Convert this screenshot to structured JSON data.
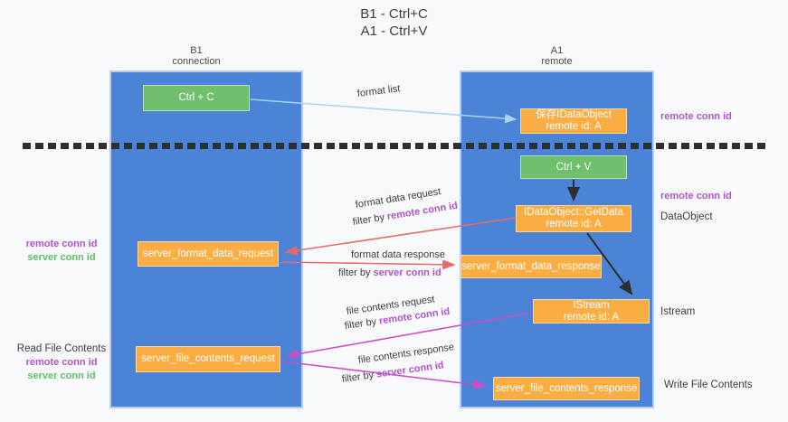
{
  "title": {
    "line1": "B1 - Ctrl+C",
    "line2": "A1 - Ctrl+V"
  },
  "lane_left": {
    "header1": "B1",
    "header2": "connection"
  },
  "lane_right": {
    "header1": "A1",
    "header2": "remote"
  },
  "boxes": {
    "ctrl_c": "Ctrl + C",
    "ctrl_v": "Ctrl + V",
    "save_obj_line1": "保存IDataObject",
    "save_obj_line2": "remote id: A",
    "getdata_line1": "IDataObject::GetData",
    "getdata_line2": "remote id: A",
    "istream_line1": "IStream",
    "istream_line2": "remote id: A",
    "fmt_req": "server_format_data_request",
    "fmt_res": "server_format_data_response",
    "file_req": "server_file_contents_request",
    "file_res": "server_file_contents_response"
  },
  "labels": {
    "format_list": "format list",
    "fmt_data_req": "format data request",
    "fmt_data_res": "format data response",
    "file_contents_req": "file contents request",
    "file_contents_res": "file contents response",
    "filter_by": "filter by ",
    "remote_conn_id": "remote conn id",
    "server_conn_id": "server conn id",
    "dataobject": "DataObject",
    "istream": "Istream",
    "read_file_contents": "Read File Contents",
    "write_file_contents": "Write File Contents"
  },
  "colors": {
    "lane_blue": "#4b84d7",
    "box_green": "#70bf6d",
    "box_orange": "#f9ad42",
    "purple_label": "#ae53cd",
    "green_label": "#5fbd68",
    "salmon_arrow": "#e66a6a",
    "magenta_arrow": "#c94fc4",
    "lightblue_arrow": "#a8d3f3",
    "black_arrow": "#2e2e2e",
    "dark_text": "#3d3d3d",
    "dash_black": "#2f2f2f"
  }
}
